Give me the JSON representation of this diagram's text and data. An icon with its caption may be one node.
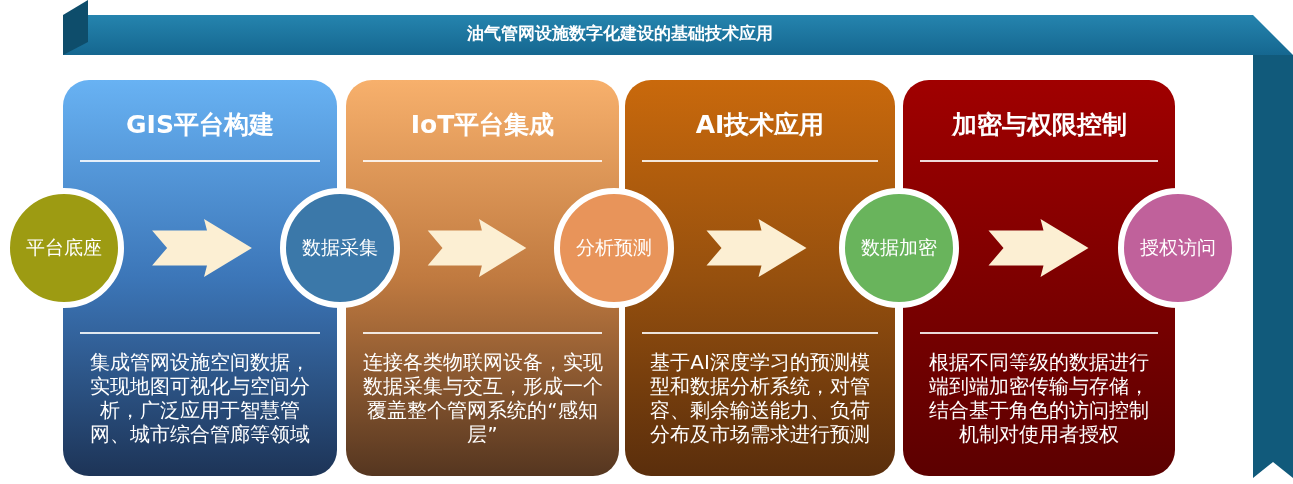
{
  "diagram": {
    "title": "油气管网设施数字化建设的基础技术应用",
    "nodes": [
      {
        "text": [
          "GIS平台构建",
          "集成管网设施空间数据，实现地图可视化与空间分析，广泛应用于智慧管网、城市综合管廊等领域"
        ]
      },
      {
        "text": [
          "IoT平台集成",
          "连接各类物联网设备，实现数据采集与交互，形成一个覆盖整个管网系统的“感知层”"
        ]
      },
      {
        "text": [
          "AI技术应用",
          "基于AI深度学习的预测模型和数据分析系统，对管容、剩余输送能力、负荷分布及市场需求进行预测"
        ]
      },
      {
        "text": [
          "加密与权限控制",
          "根据不同等级的数据进行端到端加密传输与存储，结合基于角色的访问控制机制对使用者授权"
        ]
      },
      {
        "text": [
          "平台底座"
        ]
      },
      {
        "text": [
          "数据采集"
        ]
      },
      {
        "text": [
          "分析预测"
        ]
      },
      {
        "text": [
          "数据加密"
        ]
      },
      {
        "text": [
          "授权访问"
        ]
      }
    ],
    "edges": [
      {
        "from": 4,
        "to": 5,
        "arrow": "to"
      },
      {
        "from": 5,
        "to": 6,
        "arrow": "to"
      },
      {
        "from": 6,
        "to": 7,
        "arrow": "to"
      },
      {
        "from": 7,
        "to": 8,
        "arrow": "to"
      }
    ]
  }
}
